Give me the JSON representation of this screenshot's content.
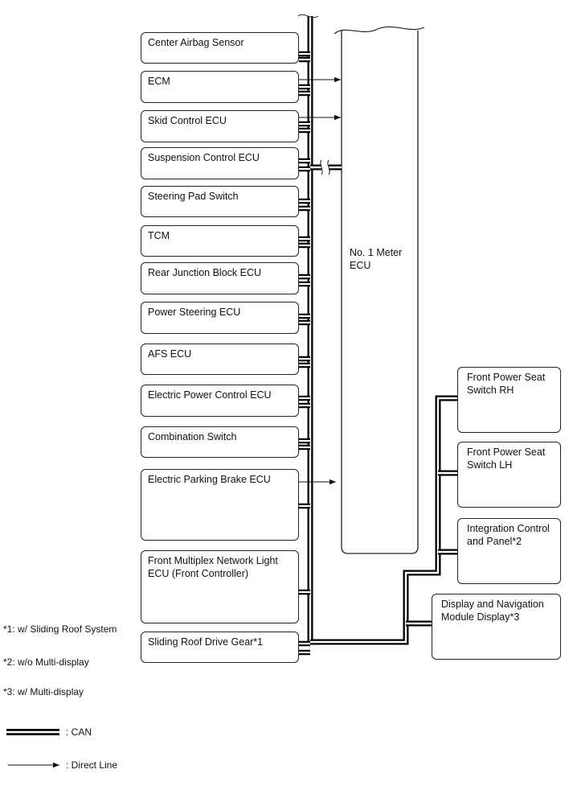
{
  "left_ecus": [
    {
      "label": "Center Airbag Sensor"
    },
    {
      "label": "ECM"
    },
    {
      "label": "Skid Control ECU"
    },
    {
      "label": "Suspension Control ECU"
    },
    {
      "label": "Steering Pad Switch"
    },
    {
      "label": "TCM"
    },
    {
      "label": "Rear Junction Block ECU"
    },
    {
      "label": "Power Steering ECU"
    },
    {
      "label": "AFS ECU"
    },
    {
      "label": "Electric Power Control ECU"
    },
    {
      "label": "Combination Switch"
    },
    {
      "label": "Electric Parking Brake ECU"
    },
    {
      "label": "Front Multiplex Network Light ECU (Front Controller)"
    },
    {
      "label": "Sliding Roof Drive Gear*1"
    }
  ],
  "meter": {
    "label": "No. 1 Meter ECU"
  },
  "right_ecus": [
    {
      "label": "Front Power Seat Switch RH"
    },
    {
      "label": "Front Power Seat Switch LH"
    },
    {
      "label": "Integration Control and Panel*2"
    },
    {
      "label": "Display and Navigation Module Display*3"
    }
  ],
  "notes": [
    "*1: w/ Sliding Roof System",
    "*2: w/o Multi-display",
    "*3: w/ Multi-display"
  ],
  "legend": {
    "can": ": CAN",
    "direct": ": Direct Line"
  }
}
